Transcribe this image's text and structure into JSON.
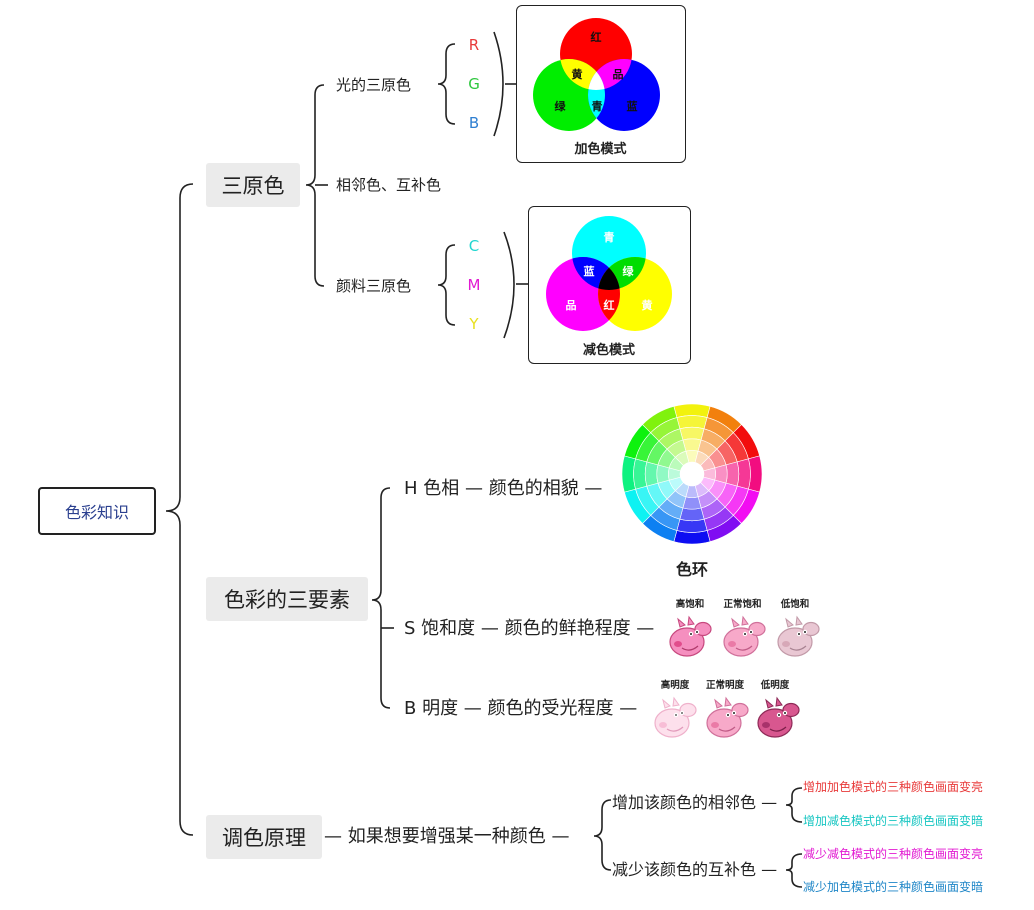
{
  "root": {
    "label": "色彩知识"
  },
  "branches": {
    "primaries": {
      "label": "三原色",
      "light": {
        "label": "光的三原色",
        "letters": [
          {
            "text": "R",
            "color": "#e83a3a"
          },
          {
            "text": "G",
            "color": "#2ec73e"
          },
          {
            "text": "B",
            "color": "#2f7fd1"
          }
        ],
        "diagram": {
          "caption": "加色模式",
          "regions": {
            "red": "红",
            "green": "绿",
            "blue": "蓝",
            "yellow": "黄",
            "magenta": "品",
            "cyan": "青"
          }
        }
      },
      "adjacent": {
        "label": "相邻色、互补色"
      },
      "pigment": {
        "label": "颜料三原色",
        "letters": [
          {
            "text": "C",
            "color": "#22d6d0"
          },
          {
            "text": "M",
            "color": "#e21ad2"
          },
          {
            "text": "Y",
            "color": "#e8e020"
          }
        ],
        "diagram": {
          "caption": "减色模式",
          "regions": {
            "cyan": "青",
            "magenta": "品",
            "yellow": "黄",
            "blue": "蓝",
            "green": "绿",
            "red": "红"
          }
        }
      }
    },
    "elements": {
      "label": "色彩的三要素",
      "hue": {
        "text": "H 色相 — 颜色的相貌 —",
        "wheel_caption": "色环"
      },
      "saturation": {
        "text": "S 饱和度 — 颜色的鲜艳程度 —",
        "labels": [
          "高饱和",
          "正常饱和",
          "低饱和"
        ]
      },
      "brightness": {
        "text": "B 明度 — 颜色的受光程度 —",
        "labels": [
          "高明度",
          "正常明度",
          "低明度"
        ]
      }
    },
    "mixing": {
      "label": "调色原理",
      "desc": "— 如果想要增强某一种颜色 —",
      "increase": {
        "label": "增加该颜色的相邻色 —",
        "effects": [
          {
            "text": "增加加色模式的三种颜色画面变亮",
            "color": "#e83a3a"
          },
          {
            "text": "增加减色模式的三种颜色画面变暗",
            "color": "#17c6c2"
          }
        ]
      },
      "decrease": {
        "label": "减少该颜色的互补色 —",
        "effects": [
          {
            "text": "减少减色模式的三种颜色画面变亮",
            "color": "#e21ad2"
          },
          {
            "text": "减少加色模式的三种颜色画面变暗",
            "color": "#1f86c7"
          }
        ]
      }
    }
  }
}
